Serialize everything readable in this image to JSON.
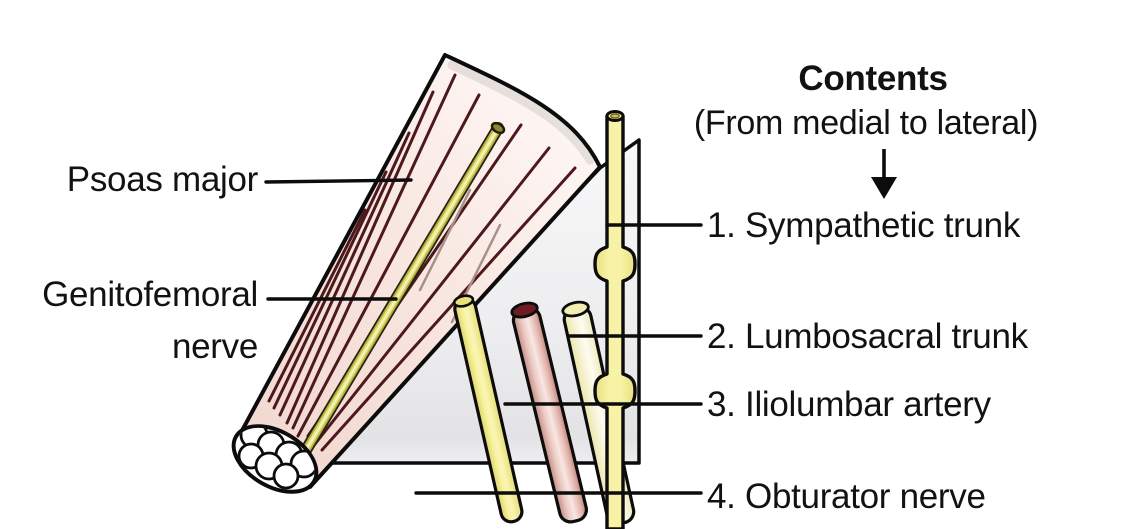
{
  "diagram": {
    "left_labels": {
      "psoas_major": "Psoas major",
      "genitofemoral_line1": "Genitofemoral",
      "genitofemoral_line2": "nerve"
    },
    "contents": {
      "title": "Contents",
      "subtitle": "(From medial to lateral)",
      "items": [
        {
          "label": "1. Sympathetic trunk"
        },
        {
          "label": "2. Lumbosacral trunk"
        },
        {
          "label": "3. Iliolumbar artery"
        },
        {
          "label": "4. Obturator nerve"
        }
      ]
    },
    "colors": {
      "psoas_muscle": "#f8e6e0",
      "muscle_fiber": "#4d191c",
      "genitofemoral_nerve": "#b9b13f",
      "fascia_plane": "#ededef",
      "sympathetic_trunk": "#f4ed9b",
      "obturator_nerve": "#f5efa0",
      "iliolumbar_artery": "#eccac3",
      "iliolumbar_artery_cap": "#6e1d22",
      "lumbosacral_trunk": "#f9f6dd",
      "outline": "#0c0c0c"
    }
  }
}
